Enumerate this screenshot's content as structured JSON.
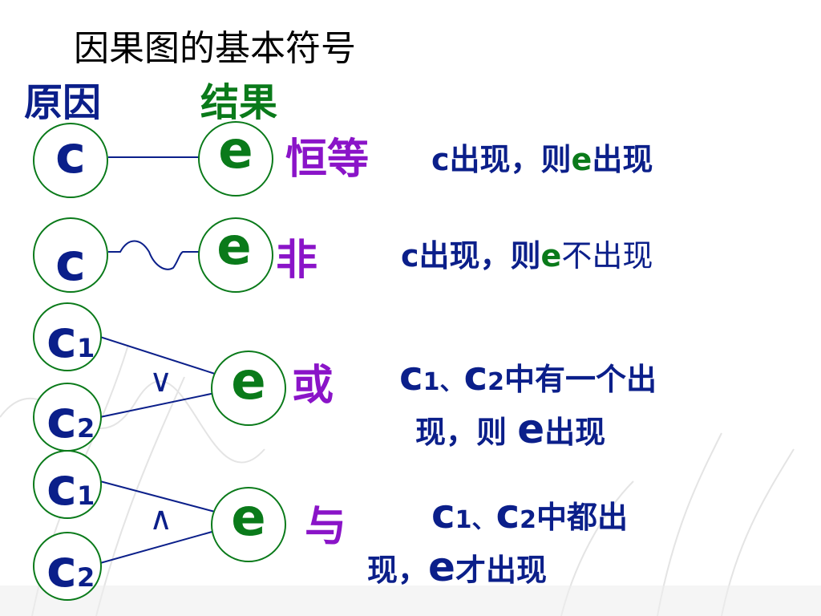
{
  "title": "因果图的基本符号",
  "headers": {
    "cause": "原因",
    "effect": "结果"
  },
  "colors": {
    "cause": "#0b1f8a",
    "effect": "#0a7a1a",
    "symbol": "#8a14c8",
    "line": "#0b1f8a",
    "desc": "#0b1f8a"
  },
  "nodes": {
    "c": "c",
    "c1": "c",
    "c2": "c",
    "e": "e",
    "sub1": "1",
    "sub2": "2"
  },
  "operators": {
    "or": "∨",
    "and": "∧"
  },
  "rows": [
    {
      "symbol": "恒等",
      "desc": {
        "c": "c",
        "t1": "出现，则",
        "e": "e",
        "t2": "出现"
      }
    },
    {
      "symbol": "非",
      "desc": {
        "c": "c",
        "t1": "出现，则",
        "e": "e",
        "t2": "不出现"
      }
    },
    {
      "symbol": "或",
      "desc": {
        "c": "c",
        "sub1": "1",
        "sep": "、",
        "c2": "c",
        "sub2": "2",
        "t1": "中有一个出",
        "t2": "现，则",
        "e": "e",
        "t3": "出现"
      }
    },
    {
      "symbol": "与",
      "desc": {
        "c": "c",
        "sub1": "1",
        "sep": "、",
        "c2": "c",
        "sub2": "2",
        "t1": "中都出",
        "t2": "现，",
        "e": "e",
        "t3": "才出现"
      }
    }
  ]
}
